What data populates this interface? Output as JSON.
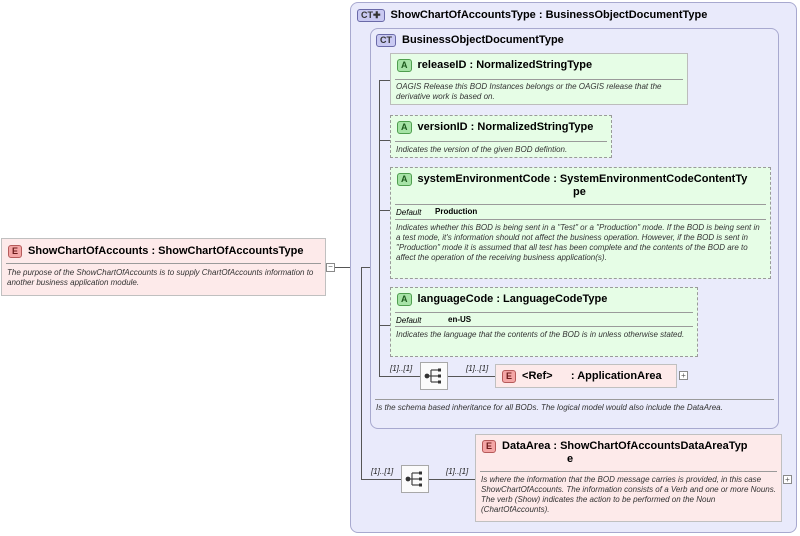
{
  "root": {
    "badge": "E",
    "title": "ShowChartOfAccounts : ShowChartOfAccountsType",
    "doc": "The purpose of the ShowChartOfAccounts is to supply ChartOfAccounts information to another business application module."
  },
  "outer_type": {
    "badge": "CT",
    "title": "ShowChartOfAccountsType : BusinessObjectDocumentType"
  },
  "inner_type": {
    "badge": "CT",
    "title": "BusinessObjectDocumentType",
    "doc": "Is the schema based inheritance for all BODs. The logical model would also include the DataArea."
  },
  "attributes": [
    {
      "badge": "A",
      "title": "releaseID : NormalizedStringType",
      "doc": "OAGIS Release this BOD Instances belongs or the OAGIS release that the derivative work is based on."
    },
    {
      "badge": "A",
      "title": "versionID : NormalizedStringType",
      "doc": "Indicates the version of the given BOD defintion."
    },
    {
      "badge": "A",
      "title_line1": "systemEnvironmentCode : SystemEnvironmentCodeContentTy",
      "title_line2": "pe",
      "default_label": "Default",
      "default_value": "Production",
      "doc": "Indicates whether this BOD is being sent in a \"Test\" or a \"Production\" mode. If the BOD is being sent in a test mode, it's information should not affect the business operation. However, if the BOD is sent in \"Production\" mode it is assumed that all test has been complete and the contents of the BOD are to affect the operation of the receiving business application(s)."
    },
    {
      "badge": "A",
      "title": "languageCode : LanguageCodeType",
      "default_label": "Default",
      "default_value": "en-US",
      "doc": "Indicates the language that the contents of the BOD is in unless otherwise stated."
    }
  ],
  "ref_element": {
    "badge": "E",
    "title": "<Ref>      : ApplicationArea",
    "card_left": "[1]..[1]",
    "card_right": "[1]..[1]"
  },
  "data_area": {
    "badge": "E",
    "title_line1": "DataArea : ShowChartOfAccountsDataAreaTyp",
    "title_line2": "e",
    "doc": "Is where the information that the BOD message carries is provided, in this case ShowChartOfAccounts. The information consists of a Verb and one or more Nouns. The verb (Show) indicates the action to be performed on the Noun (ChartOfAccounts).",
    "card_left": "[1]..[1]",
    "card_right": "[1]..[1]"
  },
  "colors": {
    "complex_type_bg": "#e9eafb",
    "attribute_bg": "#e6fde6",
    "element_bg": "#fdeaea"
  }
}
